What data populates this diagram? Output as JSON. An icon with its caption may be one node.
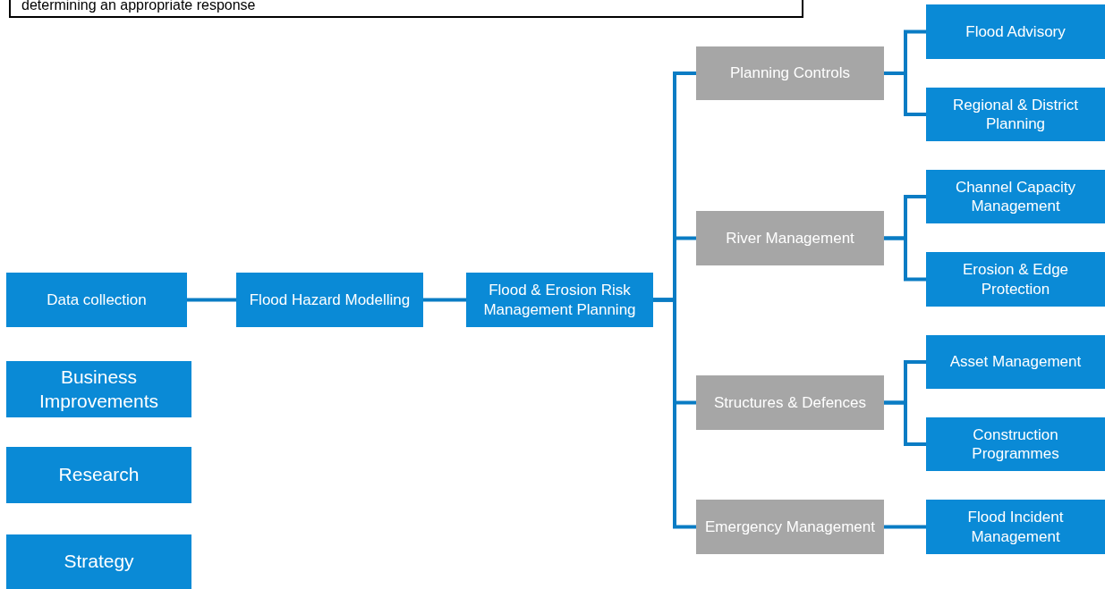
{
  "diagram": {
    "nodes": [
      {
        "text": [
          "determining an appropriate response"
        ]
      },
      {
        "text": [
          "Data collection"
        ]
      },
      {
        "text": [
          "Business Improvements"
        ]
      },
      {
        "text": [
          "Research"
        ]
      },
      {
        "text": [
          "Strategy"
        ]
      },
      {
        "text": [
          "Flood Hazard Modelling"
        ]
      },
      {
        "text": [
          "Flood & Erosion Risk Management Planning"
        ]
      },
      {
        "text": [
          "Planning Controls"
        ]
      },
      {
        "text": [
          "River Management"
        ]
      },
      {
        "text": [
          "Structures & Defences"
        ]
      },
      {
        "text": [
          "Emergency Management"
        ]
      },
      {
        "text": [
          "Flood Advisory"
        ]
      },
      {
        "text": [
          "Regional & District Planning"
        ]
      },
      {
        "text": [
          "Channel Capacity Management"
        ]
      },
      {
        "text": [
          "Erosion & Edge Protection"
        ]
      },
      {
        "text": [
          "Asset Management"
        ]
      },
      {
        "text": [
          "Construction Programmes"
        ]
      },
      {
        "text": [
          "Flood Incident Management"
        ]
      }
    ],
    "edges": [
      {
        "from": 1,
        "to": 5,
        "arrow": "none"
      },
      {
        "from": 5,
        "to": 6,
        "arrow": "none"
      },
      {
        "from": 6,
        "to": 7,
        "arrow": "none"
      },
      {
        "from": 6,
        "to": 8,
        "arrow": "none"
      },
      {
        "from": 6,
        "to": 9,
        "arrow": "none"
      },
      {
        "from": 6,
        "to": 10,
        "arrow": "none"
      },
      {
        "from": 7,
        "to": 11,
        "arrow": "none"
      },
      {
        "from": 7,
        "to": 12,
        "arrow": "none"
      },
      {
        "from": 8,
        "to": 13,
        "arrow": "none"
      },
      {
        "from": 8,
        "to": 14,
        "arrow": "none"
      },
      {
        "from": 9,
        "to": 15,
        "arrow": "none"
      },
      {
        "from": 9,
        "to": 16,
        "arrow": "none"
      },
      {
        "from": 10,
        "to": 17,
        "arrow": "none"
      }
    ]
  }
}
